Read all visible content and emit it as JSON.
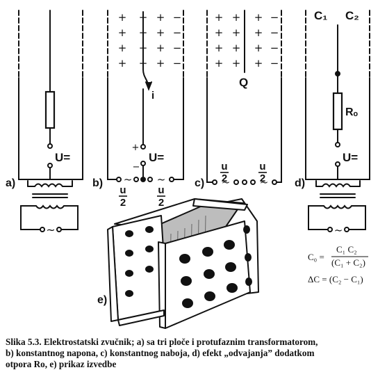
{
  "labels": {
    "a": "a)",
    "b": "b)",
    "c": "c)",
    "d": "d)",
    "e": "e)",
    "u_eq": "U=",
    "i": "i",
    "Q": "Q",
    "C1": "C₁",
    "C2": "C₂",
    "Ro": "Rₒ",
    "u": "u",
    "two": "2",
    "plus": "+",
    "minus": "−",
    "tilde": "~"
  },
  "formulas": {
    "c0_lhs": "C₀ =",
    "c0_num": "C₁ C₂",
    "c0_den": "(C₁ + C₂)",
    "delta": "ΔC = (C₂ − C₁)"
  },
  "caption": {
    "line1": "Slika 5.3. Elektrostatski zvučnik; a) sa tri ploče i protufaznim transformatorom,",
    "line2": "b) konstantnog napona, c) konstantnog naboja, d) efekt „odvajanja” dodatkom",
    "line3": "otpora Ro, e) prikaz izvedbe"
  }
}
